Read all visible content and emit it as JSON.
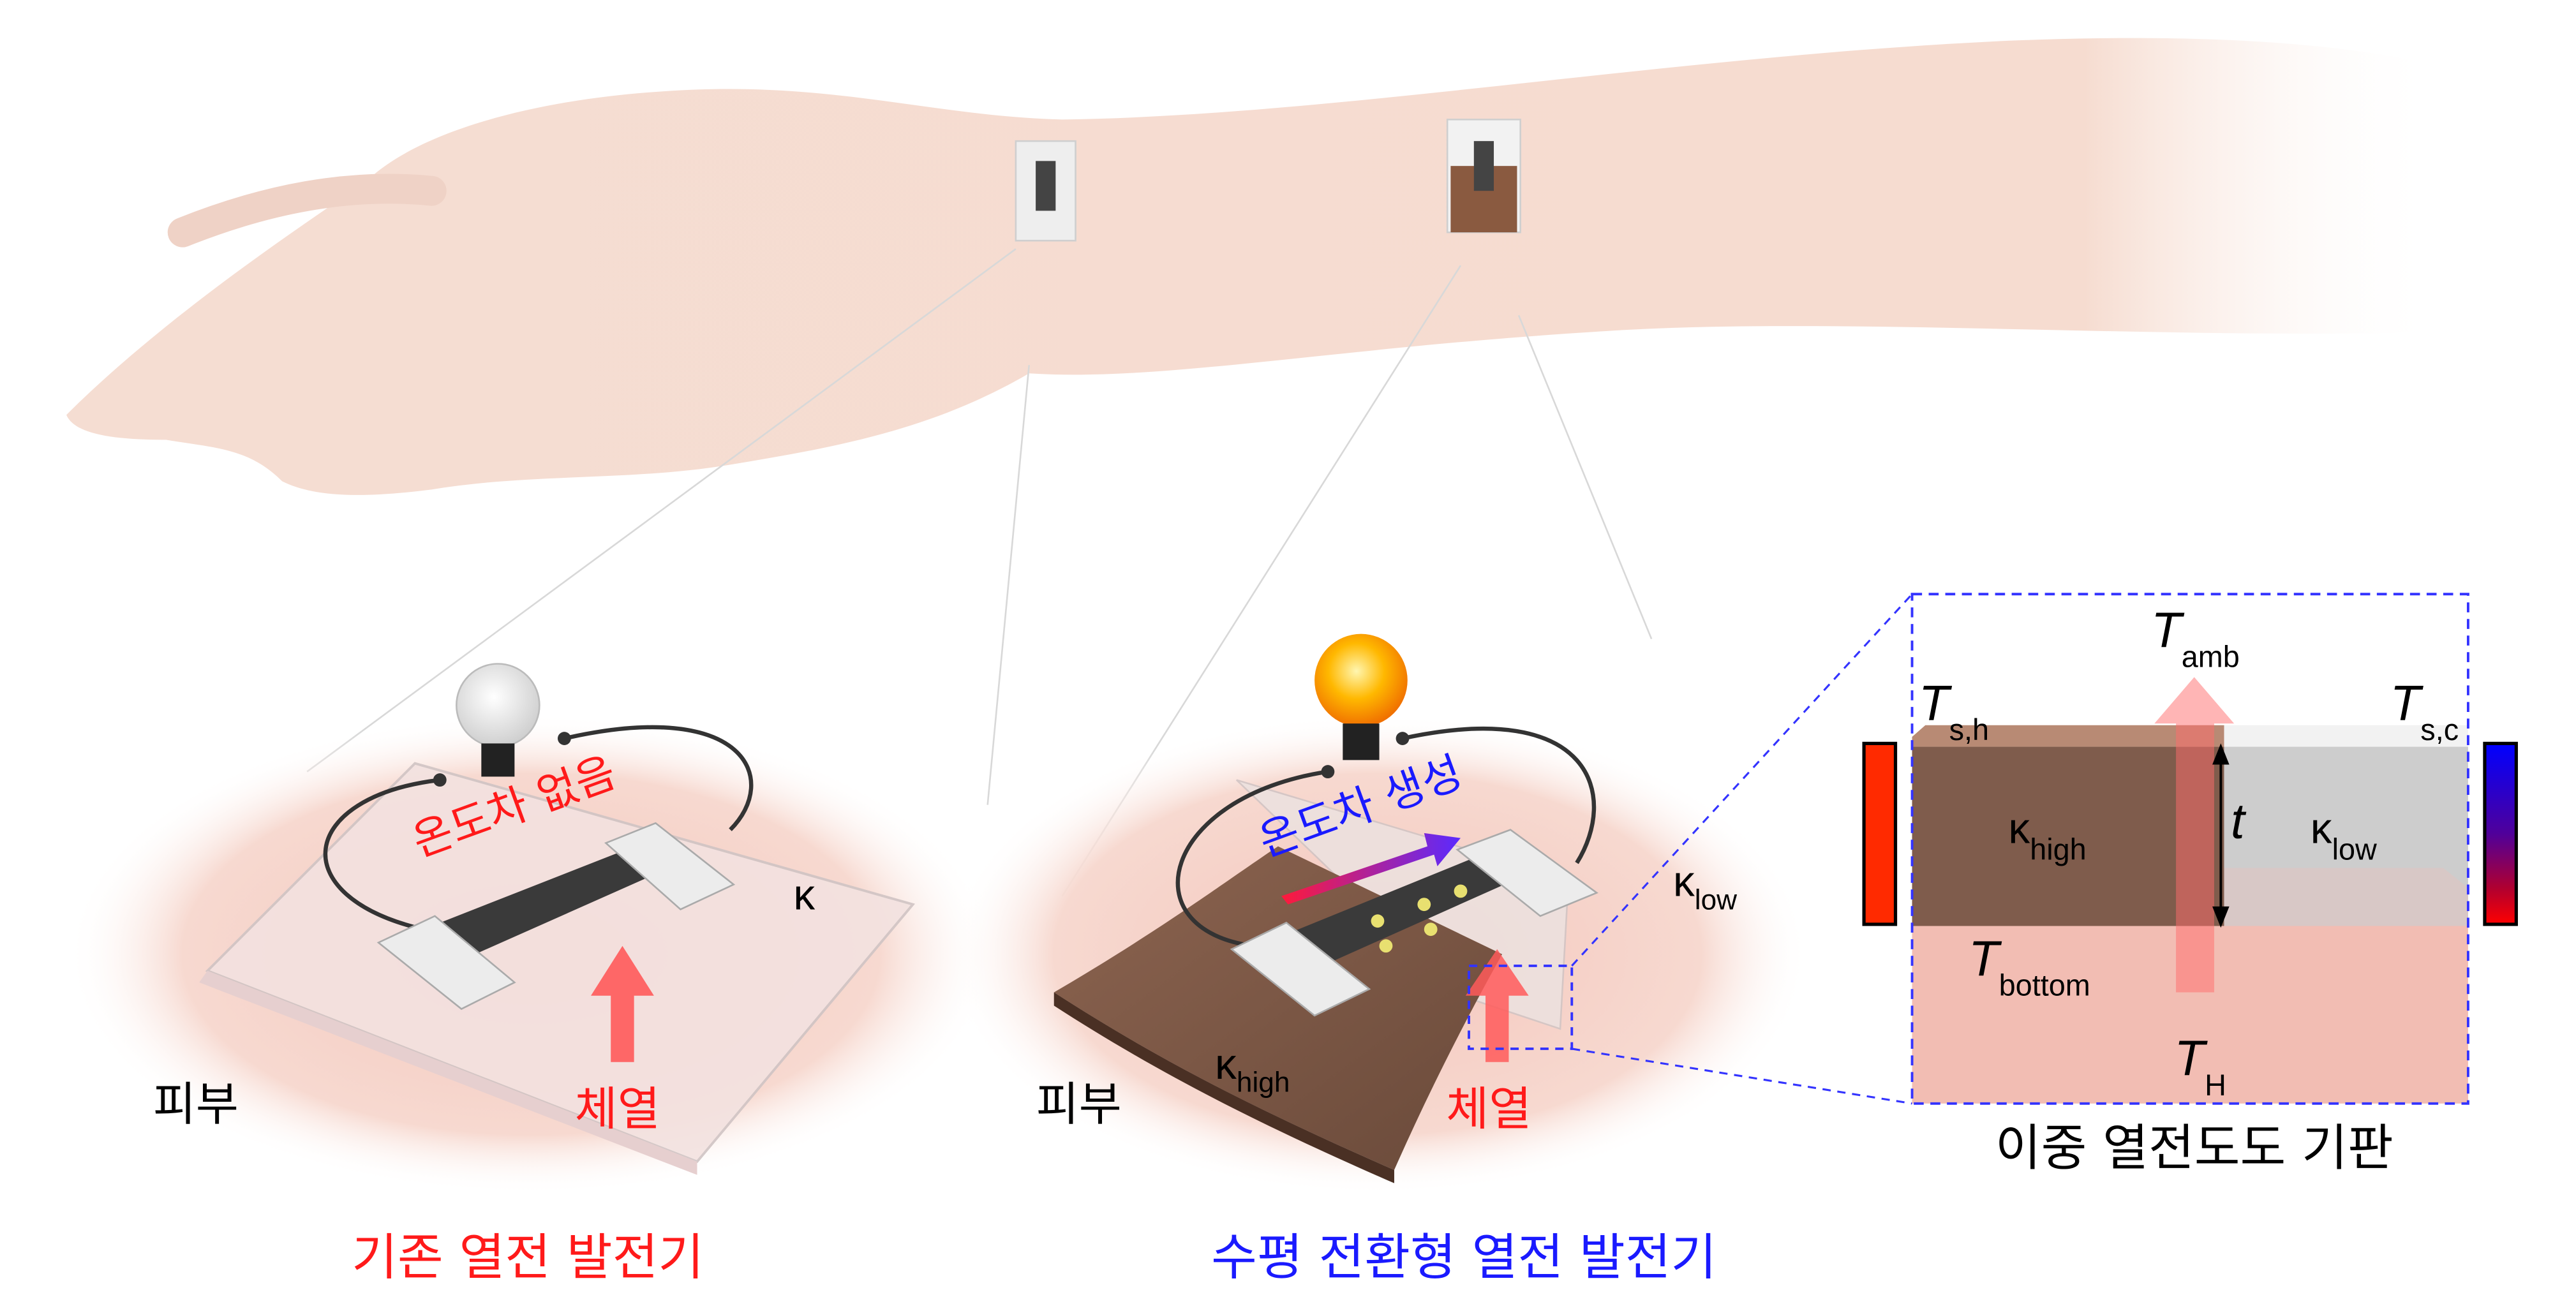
{
  "colors": {
    "red_label": "#ff1a1a",
    "blue_label": "#1a1aff",
    "skin": "#f6dcd0",
    "brown_substrate": "#7d5a48",
    "glass": "#d9d9d9",
    "dashed_box": "#3333ff"
  },
  "left_panel": {
    "caption": "기존 열전 발전기",
    "status_text": "온도차 없음",
    "kappa": "κ",
    "skin_label": "피부",
    "heat_label": "체열",
    "bulb_state": "off"
  },
  "middle_panel": {
    "caption": "수평 전환형 열전 발전기",
    "status_text": "온도차 생성",
    "kappa_high": "κ",
    "kappa_high_sub": "high",
    "kappa_low": "κ",
    "kappa_low_sub": "low",
    "skin_label": "피부",
    "heat_label": "체열",
    "bulb_state": "on"
  },
  "right_panel": {
    "caption": "이중 열전도도 기판",
    "t_amb": "T",
    "t_amb_sub": "amb",
    "t_sh": "T",
    "t_sh_sub": "s,h",
    "t_sc": "T",
    "t_sc_sub": "s,c",
    "kappa_high": "κ",
    "kappa_high_sub": "high",
    "kappa_low": "κ",
    "kappa_low_sub": "low",
    "thickness": "t",
    "t_bottom": "T",
    "t_bottom_sub": "bottom",
    "t_h": "T",
    "t_h_sub": "H"
  }
}
